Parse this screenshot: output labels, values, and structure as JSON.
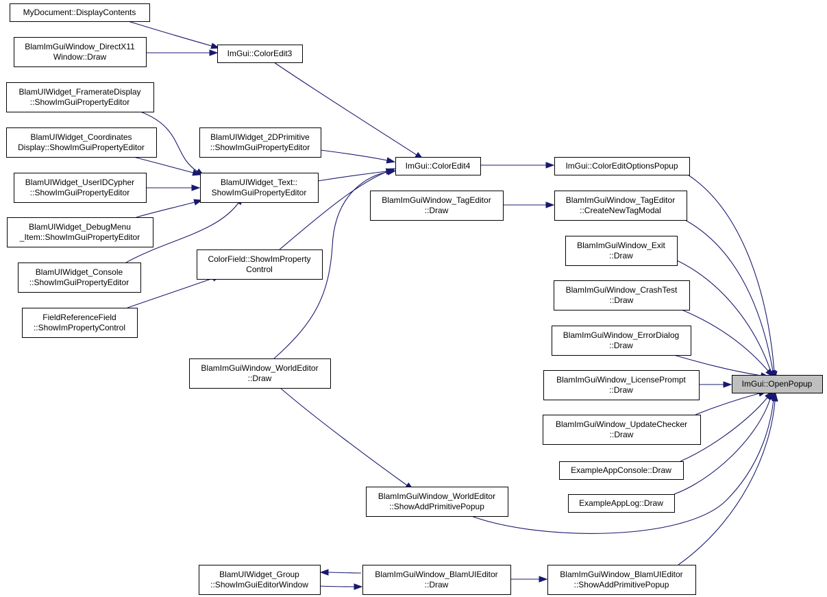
{
  "diagram": {
    "focus_node": "OpenPopup",
    "nodes": [
      {
        "id": "MyDocDisplay",
        "lines": [
          "MyDocument::DisplayContents"
        ]
      },
      {
        "id": "DX11Draw",
        "lines": [
          "BlamImGuiWindow_DirectX11",
          "Window::Draw"
        ]
      },
      {
        "id": "ColorEdit3",
        "lines": [
          "ImGui::ColorEdit3"
        ]
      },
      {
        "id": "FramerateDisplay",
        "lines": [
          "BlamUIWidget_FramerateDisplay",
          "::ShowImGuiPropertyEditor"
        ]
      },
      {
        "id": "CoordsDisplay",
        "lines": [
          "BlamUIWidget_Coordinates",
          "Display::ShowImGuiPropertyEditor"
        ]
      },
      {
        "id": "Prim2D",
        "lines": [
          "BlamUIWidget_2DPrimitive",
          "::ShowImGuiPropertyEditor"
        ]
      },
      {
        "id": "ColorEdit4",
        "lines": [
          "ImGui::ColorEdit4"
        ]
      },
      {
        "id": "ColorEditOptionsPopup",
        "lines": [
          "ImGui::ColorEditOptionsPopup"
        ]
      },
      {
        "id": "UserIDCypher",
        "lines": [
          "BlamUIWidget_UserIDCypher",
          "::ShowImGuiPropertyEditor"
        ]
      },
      {
        "id": "TextWidget",
        "lines": [
          "BlamUIWidget_Text::",
          "ShowImGuiPropertyEditor"
        ]
      },
      {
        "id": "TagEditorDraw",
        "lines": [
          "BlamImGuiWindow_TagEditor",
          "::Draw"
        ]
      },
      {
        "id": "CreateNewTagModal",
        "lines": [
          "BlamImGuiWindow_TagEditor",
          "::CreateNewTagModal"
        ]
      },
      {
        "id": "DebugMenuItem",
        "lines": [
          "BlamUIWidget_DebugMenu",
          "_Item::ShowImGuiPropertyEditor"
        ]
      },
      {
        "id": "ExitDraw",
        "lines": [
          "BlamImGuiWindow_Exit",
          "::Draw"
        ]
      },
      {
        "id": "ColorField",
        "lines": [
          "ColorField::ShowImProperty",
          "Control"
        ]
      },
      {
        "id": "ConsoleWidget",
        "lines": [
          "BlamUIWidget_Console",
          "::ShowImGuiPropertyEditor"
        ]
      },
      {
        "id": "CrashTestDraw",
        "lines": [
          "BlamImGuiWindow_CrashTest",
          "::Draw"
        ]
      },
      {
        "id": "FieldRef",
        "lines": [
          "FieldReferenceField",
          "::ShowImPropertyControl"
        ]
      },
      {
        "id": "ErrorDialogDraw",
        "lines": [
          "BlamImGuiWindow_ErrorDialog",
          "::Draw"
        ]
      },
      {
        "id": "WorldEditorDraw",
        "lines": [
          "BlamImGuiWindow_WorldEditor",
          "::Draw"
        ]
      },
      {
        "id": "LicensePromptDraw",
        "lines": [
          "BlamImGuiWindow_LicensePrompt",
          "::Draw"
        ]
      },
      {
        "id": "OpenPopup",
        "lines": [
          "ImGui::OpenPopup"
        ]
      },
      {
        "id": "UpdateCheckerDraw",
        "lines": [
          "BlamImGuiWindow_UpdateChecker",
          "::Draw"
        ]
      },
      {
        "id": "ExampleConsoleDraw",
        "lines": [
          "ExampleAppConsole::Draw"
        ]
      },
      {
        "id": "WorldEditorShowAdd",
        "lines": [
          "BlamImGuiWindow_WorldEditor",
          "::ShowAddPrimitivePopup"
        ]
      },
      {
        "id": "ExampleLogDraw",
        "lines": [
          "ExampleAppLog::Draw"
        ]
      },
      {
        "id": "GroupWidget",
        "lines": [
          "BlamUIWidget_Group",
          "::ShowImGuiEditorWindow"
        ]
      },
      {
        "id": "UIEditorDraw",
        "lines": [
          "BlamImGuiWindow_BlamUIEditor",
          "::Draw"
        ]
      },
      {
        "id": "UIEditorShowAdd",
        "lines": [
          "BlamImGuiWindow_BlamUIEditor",
          "::ShowAddPrimitivePopup"
        ]
      }
    ],
    "edges": [
      {
        "from": "MyDocDisplay",
        "to": "ColorEdit3"
      },
      {
        "from": "DX11Draw",
        "to": "ColorEdit3"
      },
      {
        "from": "ColorEdit3",
        "to": "ColorEdit4"
      },
      {
        "from": "FramerateDisplay",
        "to": "TextWidget"
      },
      {
        "from": "CoordsDisplay",
        "to": "TextWidget"
      },
      {
        "from": "UserIDCypher",
        "to": "TextWidget"
      },
      {
        "from": "DebugMenuItem",
        "to": "TextWidget"
      },
      {
        "from": "ConsoleWidget",
        "to": "TextWidget"
      },
      {
        "from": "Prim2D",
        "to": "ColorEdit4"
      },
      {
        "from": "TextWidget",
        "to": "ColorEdit4"
      },
      {
        "from": "ColorField",
        "to": "ColorEdit4"
      },
      {
        "from": "WorldEditorDraw",
        "to": "ColorEdit4"
      },
      {
        "from": "FieldRef",
        "to": "ColorField"
      },
      {
        "from": "ColorEdit4",
        "to": "ColorEditOptionsPopup"
      },
      {
        "from": "TagEditorDraw",
        "to": "CreateNewTagModal"
      },
      {
        "from": "WorldEditorDraw",
        "to": "WorldEditorShowAdd"
      },
      {
        "from": "UIEditorDraw",
        "to": "GroupWidget"
      },
      {
        "from": "GroupWidget",
        "to": "UIEditorDraw"
      },
      {
        "from": "UIEditorDraw",
        "to": "UIEditorShowAdd"
      },
      {
        "from": "ColorEditOptionsPopup",
        "to": "OpenPopup"
      },
      {
        "from": "CreateNewTagModal",
        "to": "OpenPopup"
      },
      {
        "from": "ExitDraw",
        "to": "OpenPopup"
      },
      {
        "from": "CrashTestDraw",
        "to": "OpenPopup"
      },
      {
        "from": "ErrorDialogDraw",
        "to": "OpenPopup"
      },
      {
        "from": "LicensePromptDraw",
        "to": "OpenPopup"
      },
      {
        "from": "UpdateCheckerDraw",
        "to": "OpenPopup"
      },
      {
        "from": "ExampleConsoleDraw",
        "to": "OpenPopup"
      },
      {
        "from": "ExampleLogDraw",
        "to": "OpenPopup"
      },
      {
        "from": "WorldEditorShowAdd",
        "to": "OpenPopup"
      },
      {
        "from": "UIEditorShowAdd",
        "to": "OpenPopup"
      }
    ],
    "colors": {
      "edge": "#191970",
      "node_border": "#000000",
      "node_fill": "#ffffff",
      "focus_fill": "#bfbfbf"
    }
  }
}
